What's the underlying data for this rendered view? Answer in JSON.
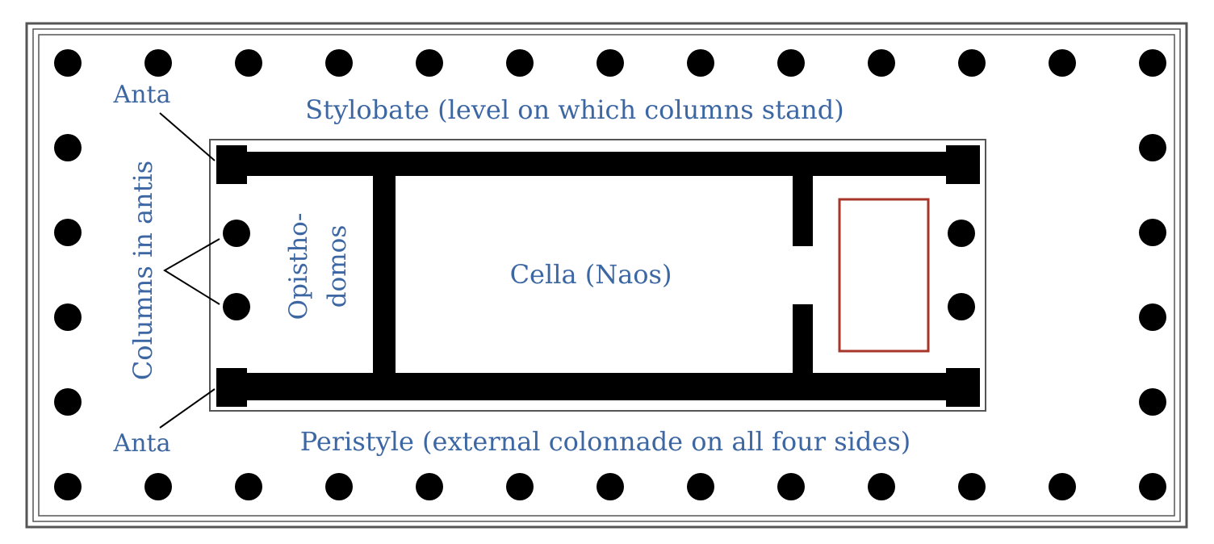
{
  "labels": {
    "stylobate": "Stylobate (level on which columns stand)",
    "peristyle": "Peristyle (external colonnade on all four sides)",
    "cella": "Cella (Naos)",
    "anta_top": "Anta",
    "anta_bottom": "Anta",
    "columns_in_antis": "Columns in antis",
    "opisthodomos_line1": "Opistho-",
    "opisthodomos_line2": "domos"
  },
  "colors": {
    "label_text": "#3d67a3",
    "structure": "#000000",
    "border": "#555555",
    "highlight_box": "#a8352a"
  },
  "peristyle": {
    "columns_long_side": 13,
    "columns_short_side": 6
  },
  "cella_porch": {
    "columns_in_antis_each_end": 2
  }
}
